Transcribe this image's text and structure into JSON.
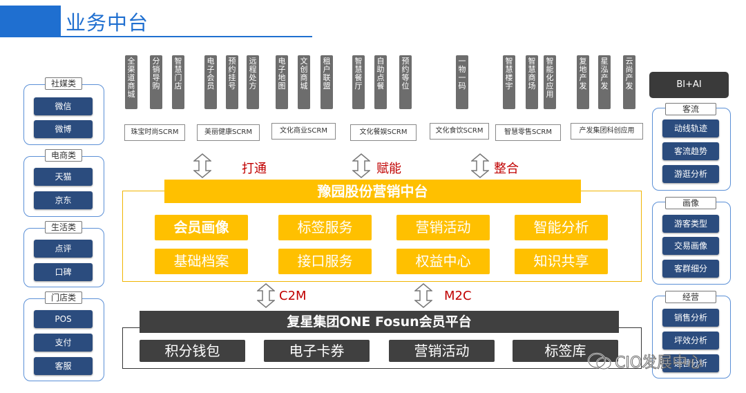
{
  "title": "业务中台",
  "left_groups": [
    {
      "header": "社媒类",
      "items": [
        "微信",
        "微博"
      ]
    },
    {
      "header": "电商类",
      "items": [
        "天猫",
        "京东"
      ]
    },
    {
      "header": "生活类",
      "items": [
        "点评",
        "口碑"
      ]
    },
    {
      "header": "门店类",
      "items": [
        "POS",
        "支付",
        "客服"
      ]
    }
  ],
  "right_groups": [
    {
      "header": "客流",
      "items": [
        "动线轨迹",
        "客流趋势",
        "游逛分析"
      ]
    },
    {
      "header": "画像",
      "items": [
        "游客类型",
        "交易画像",
        "客群细分"
      ]
    },
    {
      "header": "经营",
      "items": [
        "销售分析",
        "坪效分析",
        "运营分析"
      ]
    }
  ],
  "bi_label": "BI+AI",
  "scrm_groups": [
    {
      "label": "珠宝时尚SCRM",
      "items": [
        "全渠道商城",
        "分销导购",
        "智慧门店"
      ]
    },
    {
      "label": "美丽健康SCRM",
      "items": [
        "电子会员",
        "预约挂号",
        "远程处方"
      ]
    },
    {
      "label": "文化商业SCRM",
      "items": [
        "电子地图",
        "文创商城",
        "租户联盟"
      ]
    },
    {
      "label": "文化餐娱SCRM",
      "items": [
        "智慧餐厅",
        "自助点餐",
        "预约等位"
      ]
    },
    {
      "label": "文化食饮SCRM",
      "items": [
        "一物一码"
      ]
    },
    {
      "label": "智慧零售SCRM",
      "items": [
        "智慧楼宇",
        "智慧商场",
        "智能化应用"
      ]
    },
    {
      "label": "产发集团科创应用",
      "items": [
        "复地产发",
        "星泓产发",
        "云尚产发"
      ]
    }
  ],
  "top_arrows": [
    "打通",
    "赋能",
    "整合"
  ],
  "middle": {
    "title": "豫园股份营销中台",
    "row1": [
      "会员画像",
      "标签服务",
      "营销活动",
      "智能分析"
    ],
    "row2": [
      "基础档案",
      "接口服务",
      "权益中心",
      "知识共享"
    ]
  },
  "mid_arrows": [
    "C2M",
    "M2C"
  ],
  "bottom": {
    "title": "复星集团ONE Fosun会员平台",
    "items": [
      "积分钱包",
      "电子卡券",
      "营销活动",
      "标签库"
    ]
  },
  "watermark": "CIO发展中心",
  "colors": {
    "blue": "#1f6fd0",
    "navy": "#2b4c7e",
    "yellow": "#ffc000",
    "dark": "#404040",
    "red": "#c00000"
  }
}
